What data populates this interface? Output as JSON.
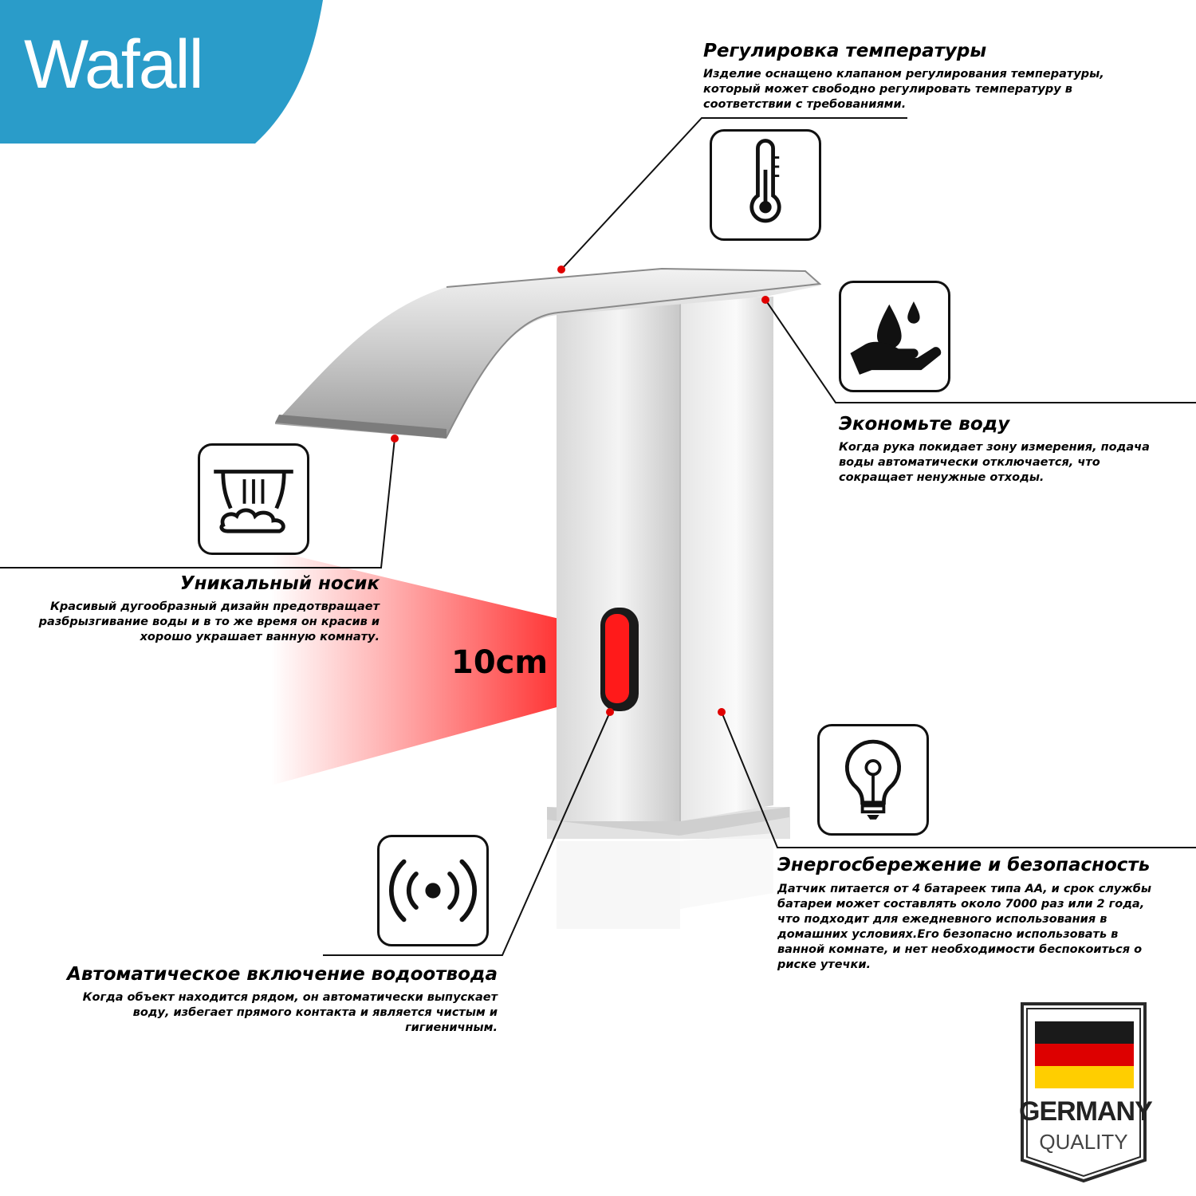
{
  "brand": {
    "logo": "Wafall",
    "logo_bg_color": "#2a9cc9"
  },
  "features": {
    "temperature": {
      "title": "Регулировка температуры",
      "lines": [
        "Изделие оснащено клапаном регулирования температуры,",
        "который может свободно регулировать температуру в",
        "соответствии с требованиями."
      ],
      "icon": "thermometer-icon"
    },
    "save_water": {
      "title": "Экономьте воду",
      "lines": [
        "Когда рука покидает зону измерения, подача",
        "воды автоматически отключается, что",
        "сокращает ненужные отходы."
      ],
      "icon": "water-drop-hand-icon"
    },
    "spout": {
      "title": "Уникальный носик",
      "lines": [
        "Красивый дугообразный дизайн предотвращает",
        "разбрызгивание воды и в то же время он красив и",
        "хорошо украшает ванную комнату."
      ],
      "icon": "waterfall-icon"
    },
    "energy": {
      "title": "Энергосбережение и безопасность",
      "lines": [
        "Датчик питается от 4 батареек типа АА, и срок службы",
        "батареи может составлять около 7000 раз или 2 года,",
        "что подходит для ежедневного использования в",
        "домашних условиях.Его безопасно использовать в",
        "ванной комнате, и нет необходимости беспокоиться о",
        "риске утечки."
      ],
      "icon": "light-bulb-icon"
    },
    "auto": {
      "title": "Автоматическое включение водоотвода",
      "lines": [
        "Когда объект находится рядом, он автоматически выпускает",
        "воду, избегает прямого контакта и является чистым и",
        "гигиеничным."
      ],
      "icon": "sensor-waves-icon"
    }
  },
  "sensor": {
    "distance_label": "10cm",
    "beam_color": "#ff2020"
  },
  "badge": {
    "line1": "GERMANY",
    "line2": "QUALITY",
    "flag_colors": [
      "#1a1a1a",
      "#dd0000",
      "#ffce00"
    ]
  },
  "colors": {
    "marker": "#e00000",
    "line": "#111111"
  }
}
